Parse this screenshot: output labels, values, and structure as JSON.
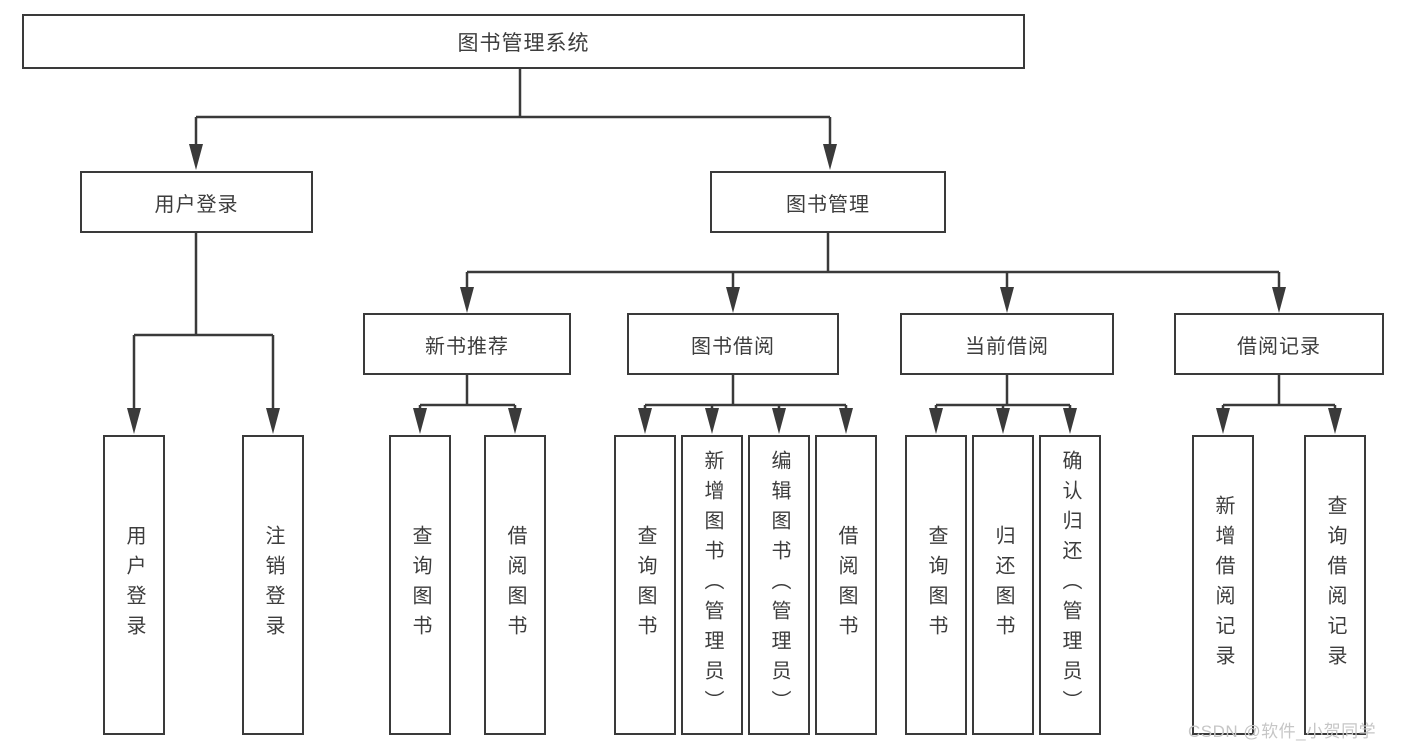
{
  "diagram": {
    "title": "图书管理系统",
    "nodes": {
      "root": "图书管理系统",
      "user_login": "用户登录",
      "book_mgmt": "图书管理",
      "new_book_rec": "新书推荐",
      "book_borrow": "图书借阅",
      "current_borrow": "当前借阅",
      "borrow_records": "借阅记录",
      "leaf_user_login": "用户登录",
      "leaf_logout": "注销登录",
      "leaf_nbr_query_books": "查询图书",
      "leaf_nbr_borrow_books": "借阅图书",
      "leaf_bb_query_books": "查询图书",
      "leaf_bb_add_books": "新增图书（管理员）",
      "leaf_bb_edit_books": "编辑图书（管理员）",
      "leaf_bb_borrow_books": "借阅图书",
      "leaf_cb_query_books": "查询图书",
      "leaf_cb_return_books": "归还图书",
      "leaf_cb_confirm_return": "确认归还（管理员）",
      "leaf_br_add_record": "新增借阅记录",
      "leaf_br_query_record": "查询借阅记录"
    },
    "edges": [
      [
        "root",
        "user_login"
      ],
      [
        "root",
        "book_mgmt"
      ],
      [
        "user_login",
        "leaf_user_login"
      ],
      [
        "user_login",
        "leaf_logout"
      ],
      [
        "book_mgmt",
        "new_book_rec"
      ],
      [
        "book_mgmt",
        "book_borrow"
      ],
      [
        "book_mgmt",
        "current_borrow"
      ],
      [
        "book_mgmt",
        "borrow_records"
      ],
      [
        "new_book_rec",
        "leaf_nbr_query_books"
      ],
      [
        "new_book_rec",
        "leaf_nbr_borrow_books"
      ],
      [
        "book_borrow",
        "leaf_bb_query_books"
      ],
      [
        "book_borrow",
        "leaf_bb_add_books"
      ],
      [
        "book_borrow",
        "leaf_bb_edit_books"
      ],
      [
        "book_borrow",
        "leaf_bb_borrow_books"
      ],
      [
        "current_borrow",
        "leaf_cb_query_books"
      ],
      [
        "current_borrow",
        "leaf_cb_return_books"
      ],
      [
        "current_borrow",
        "leaf_cb_confirm_return"
      ],
      [
        "borrow_records",
        "leaf_br_add_record"
      ],
      [
        "borrow_records",
        "leaf_br_query_record"
      ]
    ],
    "colors": {
      "line": "#3a3a3a",
      "box_border": "#3a3a3a",
      "text": "#3d3d3d",
      "background": "#ffffff",
      "watermark": "#c6c6c6"
    }
  },
  "watermark": {
    "text": "CSDN @软件_小贺同学"
  }
}
